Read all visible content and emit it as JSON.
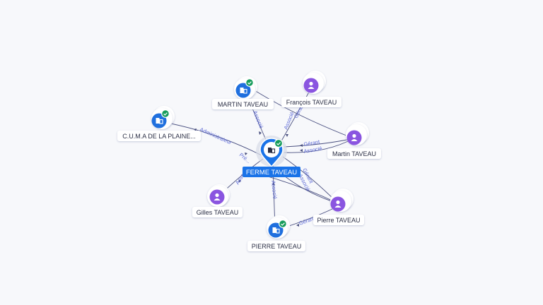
{
  "graph": {
    "center": {
      "label": "FERME TAVEAU",
      "type": "company",
      "verified": true
    },
    "companies": [
      {
        "id": "martin_co",
        "label": "MARTIN TAVEAU",
        "verified": true
      },
      {
        "id": "cuma",
        "label": "C.U.M.A DE LA PLAINE...",
        "verified": true
      },
      {
        "id": "pierre_co",
        "label": "PIERRE TAVEAU",
        "verified": true
      }
    ],
    "persons": [
      {
        "id": "francois",
        "label": "François TAVEAU"
      },
      {
        "id": "martin_p",
        "label": "Martin TAVEAU"
      },
      {
        "id": "gilles",
        "label": "Gilles TAVEAU"
      },
      {
        "id": "pierre_p",
        "label": "Pierre TAVEAU"
      }
    ],
    "edge_labels": {
      "associe": "Associé",
      "gerant": "Gérant",
      "administrateur": "Administrateur",
      "president": "Pré..."
    },
    "colors": {
      "company": "#1f6fde",
      "center_pin": "#1a73e8",
      "person": "#8a55e0",
      "verified": "#169c5b",
      "edge": "#4a5080",
      "edge_label": "#5d6ad6",
      "node_ring": "#ffffff"
    },
    "icons": {
      "company": "building-icon",
      "person": "person-icon",
      "verified": "check-badge-icon"
    }
  }
}
